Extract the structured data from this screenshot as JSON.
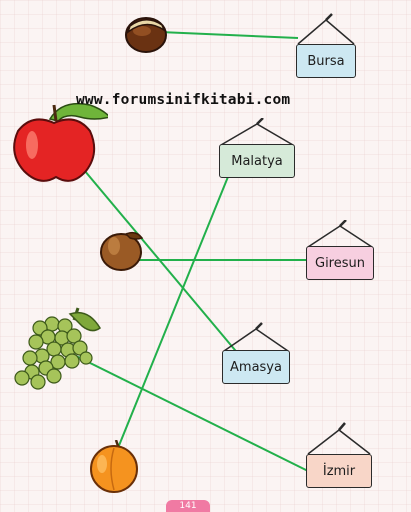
{
  "watermark": "www.forumsinifkitabi.com",
  "cities": {
    "bursa": "Bursa",
    "malatya": "Malatya",
    "giresun": "Giresun",
    "amasya": "Amasya",
    "izmir": "İzmir"
  },
  "fruits": [
    "chestnut",
    "apple",
    "hazelnut",
    "grapes",
    "apricot"
  ],
  "matches": [
    {
      "fruit": "chestnut",
      "city": "Bursa"
    },
    {
      "fruit": "apple",
      "city": "Amasya"
    },
    {
      "fruit": "hazelnut",
      "city": "Giresun"
    },
    {
      "fruit": "grapes",
      "city": "İzmir"
    },
    {
      "fruit": "apricot",
      "city": "Malatya"
    }
  ],
  "colors": {
    "line": "#22b04b",
    "bursa_board": "#cde8f2",
    "malatya_board": "#d6ead9",
    "giresun_board": "#f7cfe0",
    "amasya_board": "#cde8f2",
    "izmir_board": "#f8d6c8"
  },
  "page_number": "141"
}
